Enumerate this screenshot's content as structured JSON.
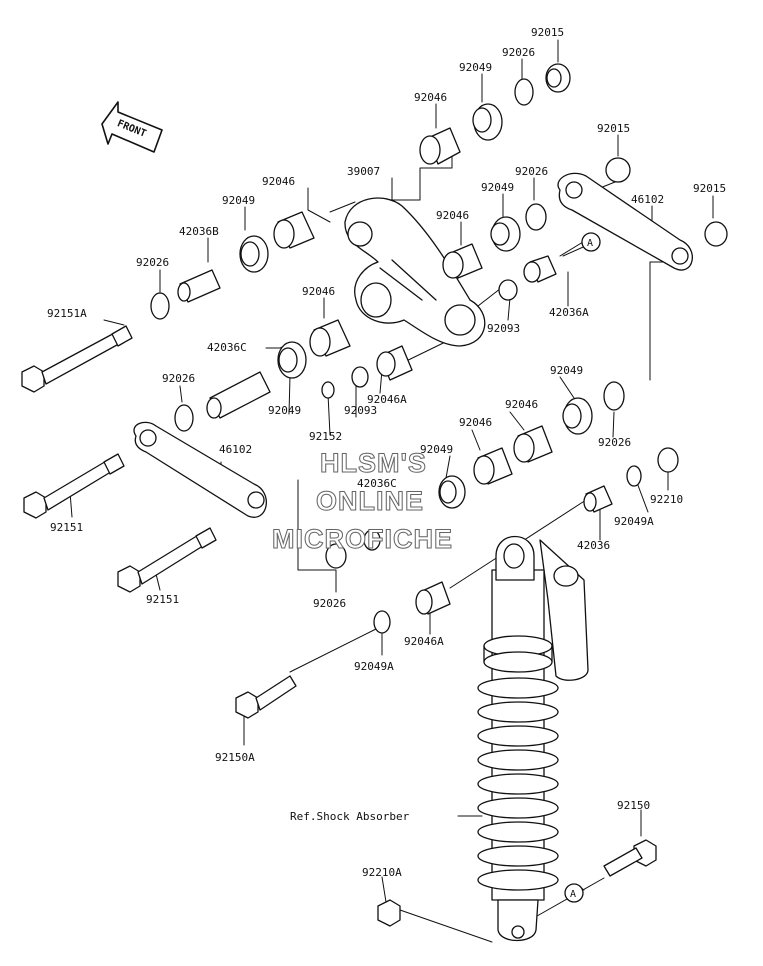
{
  "parts": {
    "p92015_a": "92015",
    "p92026_a": "92026",
    "p92049_a": "92049",
    "p92046_a": "92046",
    "p92015_b": "92015",
    "p39007": "39007",
    "p92026_b": "92026",
    "p92049_b": "92049",
    "p92015_c": "92015",
    "p46102_a": "46102",
    "p92046_b": "92046",
    "p92046_c": "92046",
    "p92049_c": "92049",
    "p42036B": "42036B",
    "p92026_c": "92026",
    "p92151A": "92151A",
    "p42036A": "42036A",
    "p92093_a": "92093",
    "p92046_d": "92046",
    "p42036C_a": "42036C",
    "p92046A_a": "92046A",
    "p92026_d": "92026",
    "p92049_d": "92049",
    "p92093_b": "92093",
    "p92152": "92152",
    "p92049_e": "92049",
    "p92046_e": "92046",
    "p92026_e": "92026",
    "p92046_f": "92046",
    "p92049_f": "92049",
    "p42036C_b": "42036C",
    "p46102_b": "46102",
    "p92210": "92210",
    "p92151_a": "92151",
    "p92049A_a": "92049A",
    "p42036": "42036",
    "p92151_b": "92151",
    "p92026_f": "92026",
    "p92046A_b": "92046A",
    "p92049A_b": "92049A",
    "p92150A": "92150A",
    "p92150": "92150",
    "p92210A": "92210A",
    "ref_shock": "Ref.Shock Absorber",
    "marker_a1": "A",
    "marker_a2": "A"
  },
  "front_label": "FRONT",
  "watermark": {
    "line1": "HLSM'S",
    "line2": "ONLINE",
    "line3": "MICROFICHE"
  }
}
